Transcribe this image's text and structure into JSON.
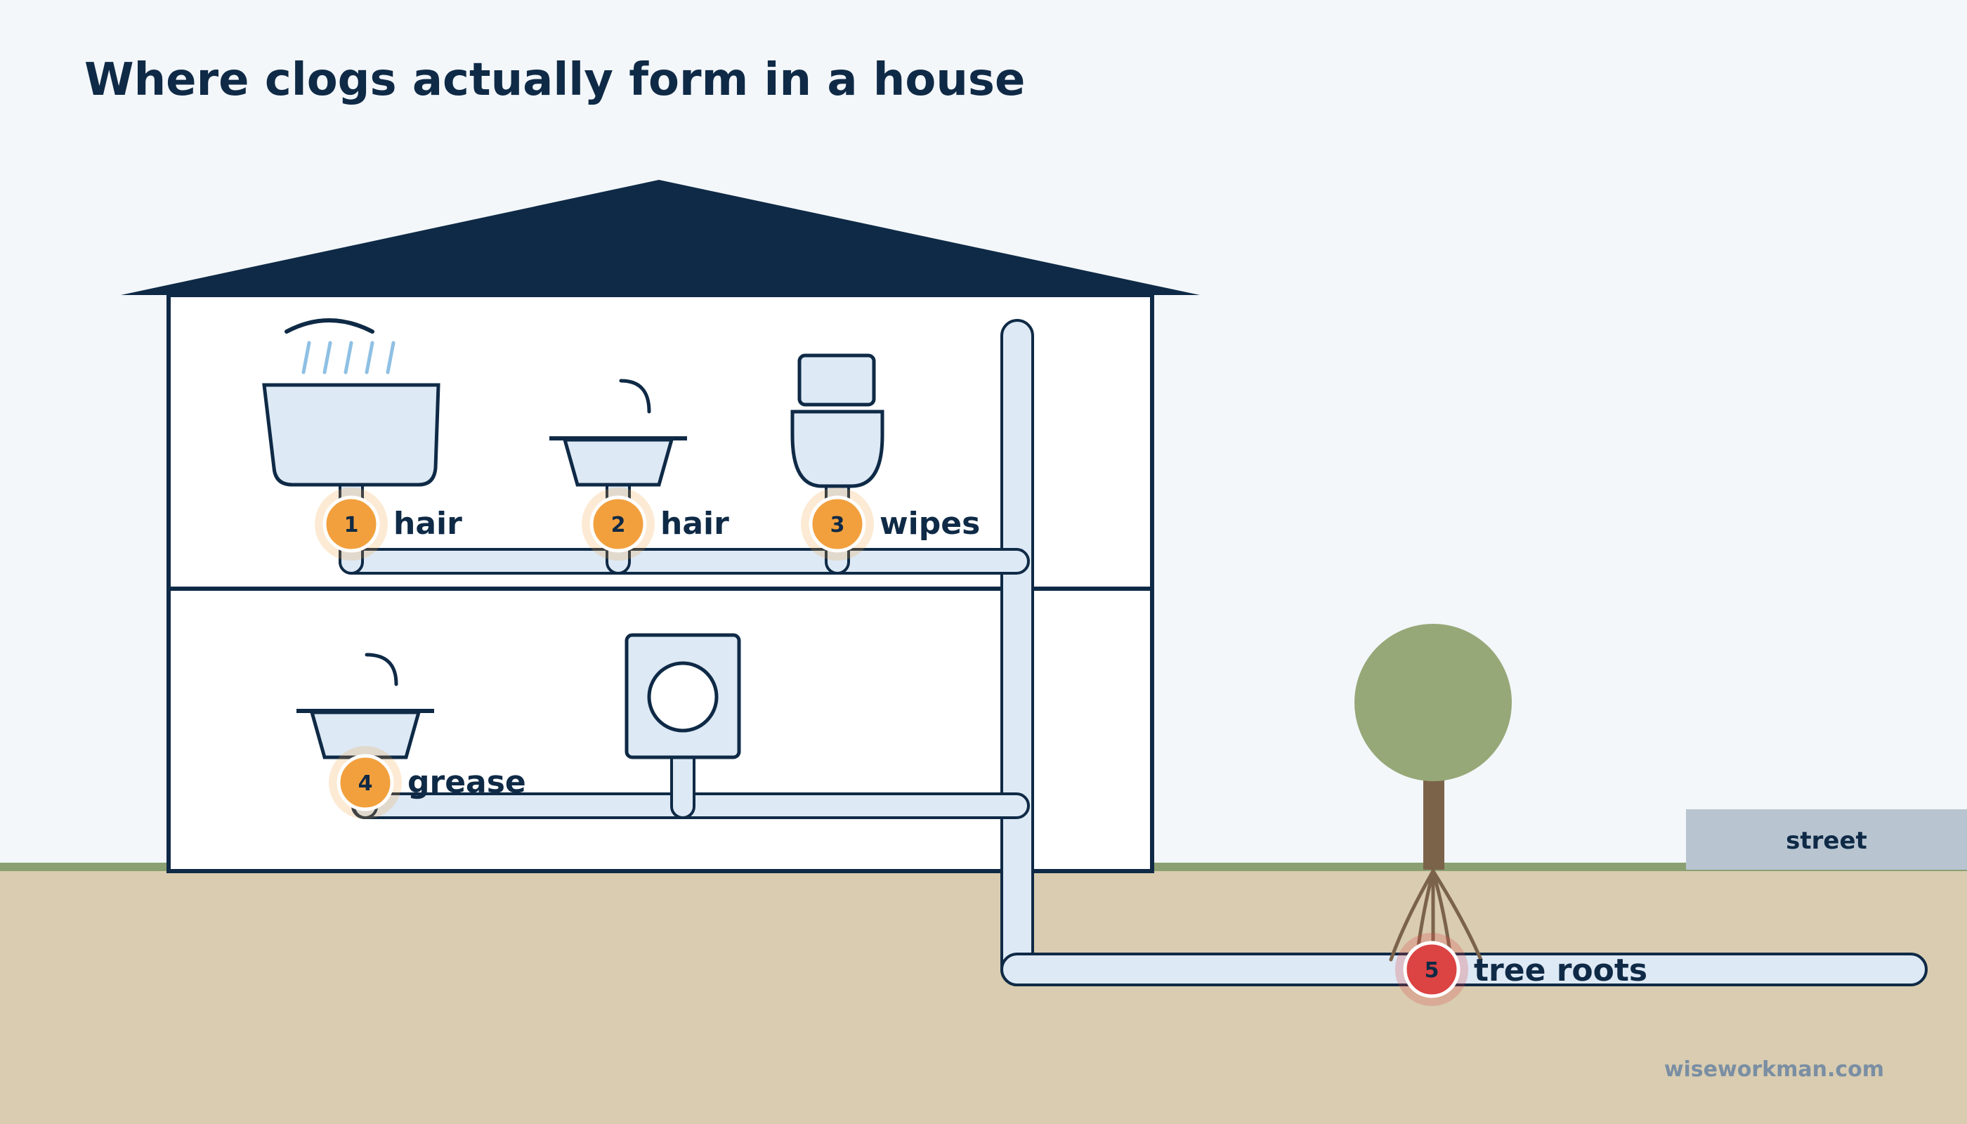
{
  "title": "Where clogs actually form in a house",
  "markers": [
    {
      "number": "1",
      "label": "hair",
      "kind": "orange"
    },
    {
      "number": "2",
      "label": "hair",
      "kind": "orange"
    },
    {
      "number": "3",
      "label": "wipes",
      "kind": "orange"
    },
    {
      "number": "4",
      "label": "grease",
      "kind": "orange"
    },
    {
      "number": "5",
      "label": "tree roots",
      "kind": "red"
    }
  ],
  "street_label": "street",
  "credit": "wiseworkman.com",
  "colors": {
    "sky": "#f3f7fa",
    "ground": "#d9ccb0",
    "grass": "#8aa072",
    "house_outline": "#0f2a46",
    "roof": "#0f2a46",
    "pipe_fill": "#dde9f5",
    "fixture_fill": "#dde9f5",
    "orange_marker": "#f2a03d",
    "red_marker": "#dc4343",
    "tree_canopy": "#97a878",
    "tree_trunk": "#7b634a",
    "street": "#b8c5d1"
  }
}
